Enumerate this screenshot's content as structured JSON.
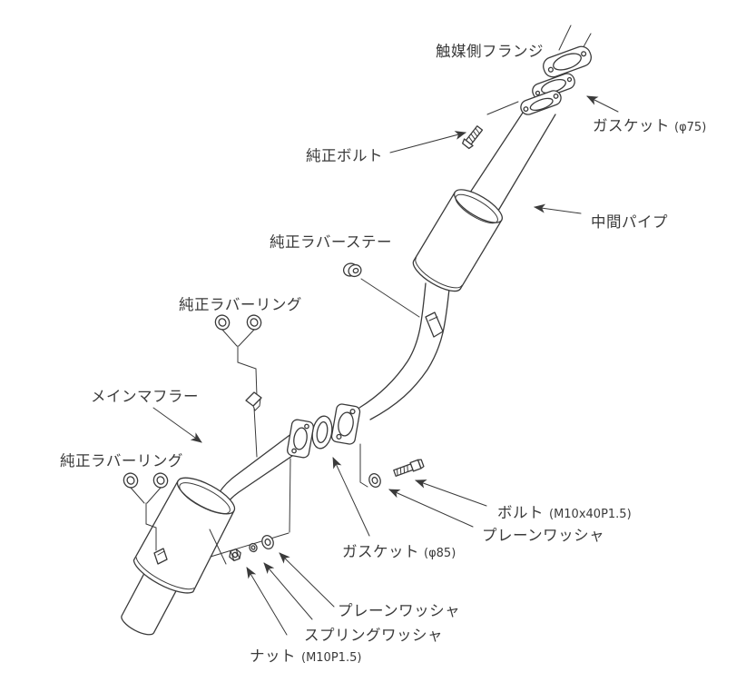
{
  "diagram": {
    "colors": {
      "line": "#3a3a3a",
      "background": "#ffffff"
    },
    "labels": {
      "catalyst_flange": {
        "text": "触媒側フランジ"
      },
      "gasket_75": {
        "text": "ガスケット",
        "spec": "(φ75)"
      },
      "stock_bolt": {
        "text": "純正ボルト"
      },
      "mid_pipe": {
        "text": "中間パイプ"
      },
      "stock_rubber_stay": {
        "text": "純正ラバーステー"
      },
      "stock_rubber_ring_upper": {
        "text": "純正ラバーリング"
      },
      "main_muffler": {
        "text": "メインマフラー"
      },
      "stock_rubber_ring_lower": {
        "text": "純正ラバーリング"
      },
      "gasket_85": {
        "text": "ガスケット",
        "spec": "(φ85)"
      },
      "bolt": {
        "text": "ボルト",
        "spec": "(M10x40P1.5)"
      },
      "plain_washer_upper": {
        "text": "プレーンワッシャ"
      },
      "plain_washer_lower": {
        "text": "プレーンワッシャ"
      },
      "spring_washer": {
        "text": "スプリングワッシャ"
      },
      "nut": {
        "text": "ナット",
        "spec": "(M10P1.5)"
      }
    }
  }
}
